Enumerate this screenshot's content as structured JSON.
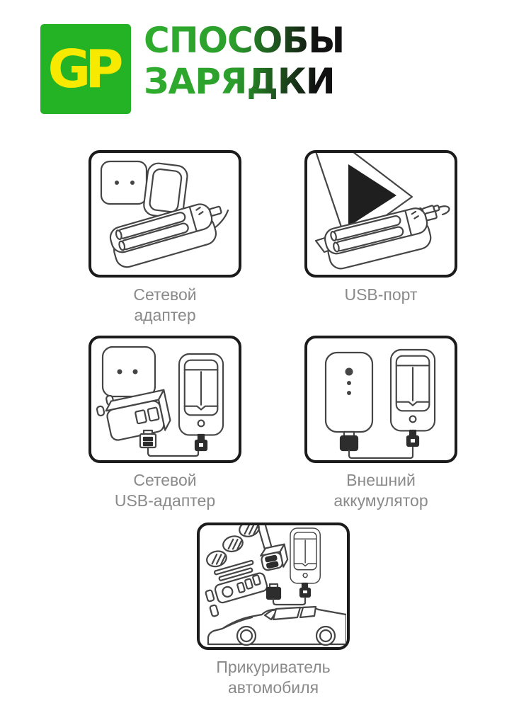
{
  "header": {
    "logo_text": "GP",
    "title_line1": "СПОСОБЫ",
    "title_line2": "ЗАРЯДКИ"
  },
  "panels": [
    {
      "label_line1": "Сетевой",
      "label_line2": "адаптер",
      "illustration": "wall-adapter-into-socket-charging-cradle"
    },
    {
      "label_line1": "USB-порт",
      "label_line2": "",
      "illustration": "laptop-usb-port-charging-cradle"
    },
    {
      "label_line1": "Сетевой",
      "label_line2": "USB-адаптер",
      "illustration": "usb-wall-adapter-charging-dock"
    },
    {
      "label_line1": "Внешний",
      "label_line2": "аккумулятор",
      "illustration": "power-bank-charging-dock"
    },
    {
      "label_line1": "Прикуриватель",
      "label_line2": "автомобиля",
      "illustration": "car-lighter-usb-adapter-charging-dock"
    }
  ],
  "colors": {
    "logo_bg": "#24b324",
    "logo_text": "#f7e900",
    "title_gradient_start": "#2fae2e",
    "title_gradient_end": "#111111",
    "panel_border": "#1b1b1b",
    "label_text": "#8a8a8a",
    "line_art": "#454545",
    "dark_fill": "#2d2d2d",
    "background": "#ffffff"
  }
}
